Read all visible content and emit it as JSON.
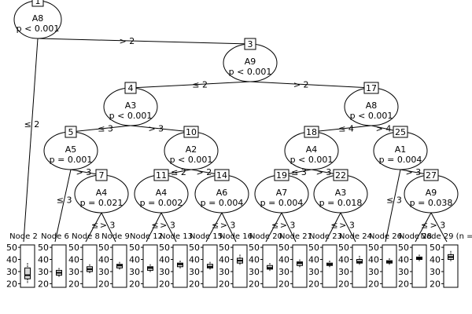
{
  "inner_nodes": [
    {
      "id": "1",
      "variable": "A8",
      "p_value": "p < 0.001"
    },
    {
      "id": "3",
      "variable": "A9",
      "p_value": "p < 0.001"
    },
    {
      "id": "4",
      "variable": "A3",
      "p_value": "p < 0.001"
    },
    {
      "id": "17",
      "variable": "A8",
      "p_value": "p < 0.001"
    },
    {
      "id": "5",
      "variable": "A5",
      "p_value": "p = 0.001"
    },
    {
      "id": "10",
      "variable": "A2",
      "p_value": "p < 0.001"
    },
    {
      "id": "18",
      "variable": "A4",
      "p_value": "p < 0.001"
    },
    {
      "id": "25",
      "variable": "A1",
      "p_value": "p = 0.004"
    },
    {
      "id": "7",
      "variable": "A4",
      "p_value": "p = 0.021"
    },
    {
      "id": "11",
      "variable": "A4",
      "p_value": "p = 0.002"
    },
    {
      "id": "14",
      "variable": "A6",
      "p_value": "p = 0.004"
    },
    {
      "id": "19",
      "variable": "A7",
      "p_value": "p = 0.004"
    },
    {
      "id": "22",
      "variable": "A3",
      "p_value": "p = 0.018"
    },
    {
      "id": "27",
      "variable": "A9",
      "p_value": "p = 0.038"
    }
  ],
  "edge_labels": [
    {
      "from": "1",
      "to": "2",
      "text": "≤ 2"
    },
    {
      "from": "1",
      "to": "3",
      "text": "> 2"
    },
    {
      "from": "3",
      "to": "4",
      "text": "≤ 2"
    },
    {
      "from": "3",
      "to": "17",
      "text": "> 2"
    },
    {
      "from": "4",
      "to": "5",
      "text": "≤ 3"
    },
    {
      "from": "4",
      "to": "10",
      "text": "> 3"
    },
    {
      "from": "17",
      "to": "18",
      "text": "≤ 4"
    },
    {
      "from": "17",
      "to": "25",
      "text": "> 4"
    },
    {
      "from": "5",
      "to": "6",
      "text": "≤ 3"
    },
    {
      "from": "5",
      "to": "7",
      "text": "> 3"
    },
    {
      "from": "10",
      "to": "11",
      "text": "≤ 2"
    },
    {
      "from": "10",
      "to": "14",
      "text": "> 2"
    },
    {
      "from": "18",
      "to": "19",
      "text": "≤ 3"
    },
    {
      "from": "18",
      "to": "22",
      "text": "> 3"
    },
    {
      "from": "25",
      "to": "26",
      "text": "≤ 3"
    },
    {
      "from": "25",
      "to": "27",
      "text": "> 3"
    },
    {
      "from": "7",
      "to": "8",
      "text": "≤"
    },
    {
      "from": "7",
      "to": "9",
      "text": "> 3"
    },
    {
      "from": "11",
      "to": "12",
      "text": "≤"
    },
    {
      "from": "11",
      "to": "13",
      "text": "> 3"
    },
    {
      "from": "14",
      "to": "15",
      "text": "≤"
    },
    {
      "from": "14",
      "to": "16",
      "text": "> 3"
    },
    {
      "from": "19",
      "to": "20",
      "text": "≤"
    },
    {
      "from": "19",
      "to": "21",
      "text": "> 3"
    },
    {
      "from": "22",
      "to": "23",
      "text": "≤"
    },
    {
      "from": "22",
      "to": "24",
      "text": "> 3"
    },
    {
      "from": "27",
      "to": "28",
      "text": "≤"
    },
    {
      "from": "27",
      "to": "29",
      "text": "> 3"
    }
  ],
  "leaves": [
    {
      "id": "2",
      "label": "Node 2",
      "box": {
        "min": 20,
        "q1": 24,
        "median": 27,
        "q3": 33,
        "max": 37
      }
    },
    {
      "id": "6",
      "label": "Node 6",
      "box": {
        "min": 25,
        "q1": 27,
        "median": 29,
        "q3": 31,
        "max": 33
      }
    },
    {
      "id": "8",
      "label": "Node 8",
      "box": {
        "min": 28,
        "q1": 30,
        "median": 32,
        "q3": 34,
        "max": 36
      }
    },
    {
      "id": "9",
      "label": "Node 9",
      "box": {
        "min": 31,
        "q1": 33,
        "median": 35,
        "q3": 36,
        "max": 38
      }
    },
    {
      "id": "12",
      "label": "Node 12",
      "box": {
        "min": 29,
        "q1": 31,
        "median": 33,
        "q3": 34,
        "max": 36
      }
    },
    {
      "id": "13",
      "label": "Node 13",
      "box": {
        "min": 32,
        "q1": 34,
        "median": 36,
        "q3": 37,
        "max": 39
      }
    },
    {
      "id": "15",
      "label": "Node 15",
      "box": {
        "min": 31,
        "q1": 33,
        "median": 34,
        "q3": 36,
        "max": 38
      }
    },
    {
      "id": "16",
      "label": "Node 16",
      "box": {
        "min": 35,
        "q1": 37,
        "median": 39,
        "q3": 41,
        "max": 44
      }
    },
    {
      "id": "20",
      "label": "Node 20",
      "box": {
        "min": 30,
        "q1": 32,
        "median": 33,
        "q3": 35,
        "max": 37
      }
    },
    {
      "id": "21",
      "label": "Node 21",
      "box": {
        "min": 33,
        "q1": 35,
        "median": 37,
        "q3": 38,
        "max": 40
      }
    },
    {
      "id": "23",
      "label": "Node 23",
      "box": {
        "min": 33,
        "q1": 35,
        "median": 36,
        "q3": 37,
        "max": 39
      }
    },
    {
      "id": "24",
      "label": "Node 24",
      "box": {
        "min": 35,
        "q1": 37,
        "median": 38,
        "q3": 40,
        "max": 43
      }
    },
    {
      "id": "26",
      "label": "Node 26",
      "box": {
        "min": 35,
        "q1": 37,
        "median": 38,
        "q3": 39,
        "max": 41
      }
    },
    {
      "id": "28",
      "label": "Node 28",
      "box": {
        "min": 38,
        "q1": 40,
        "median": 41,
        "q3": 42,
        "max": 44
      }
    },
    {
      "id": "29",
      "label": "Node 29 (n =",
      "box": {
        "min": 38,
        "q1": 40,
        "median": 42,
        "q3": 44,
        "max": 47
      }
    }
  ],
  "axis": {
    "ticks": [
      50,
      40,
      30,
      20
    ],
    "tick_labels": [
      "50",
      "40",
      "30",
      "20"
    ],
    "range": [
      17,
      52
    ]
  }
}
